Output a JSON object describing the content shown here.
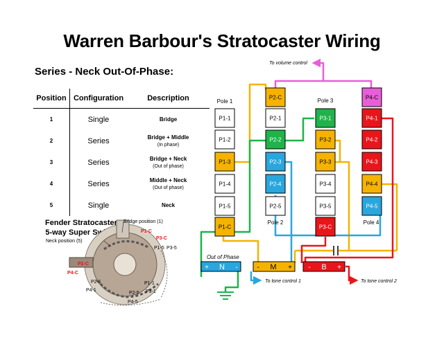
{
  "title": "Warren Barbour's Stratocaster Wiring",
  "subtitle": "Series - Neck Out-Of-Phase:",
  "table": {
    "headers": [
      "Position",
      "Configuration",
      "Description"
    ],
    "rows": [
      {
        "position": "1",
        "configuration": "Single",
        "description": "Bridge",
        "note": ""
      },
      {
        "position": "2",
        "configuration": "Series",
        "description": "Bridge + Middle",
        "note": "(In phase)"
      },
      {
        "position": "3",
        "configuration": "Series",
        "description": "Bridge + Neck",
        "note": "(Out of phase)"
      },
      {
        "position": "4",
        "configuration": "Series",
        "description": "Middle + Neck",
        "note": "(Out of phase)"
      },
      {
        "position": "5",
        "configuration": "Single",
        "description": "Neck",
        "note": ""
      }
    ]
  },
  "switch": {
    "title_line1": "Fender Stratocaster",
    "title_line2": "5-way Super Switch",
    "labels": {
      "bridge_pos": "Bridge position (1)",
      "neck_pos": "Neck position (5)",
      "p1c": "P1-C",
      "p3c": "P3-C",
      "p2c": "P2-C",
      "p4c": "P4-C",
      "p15": "P1-5",
      "p35": "P3-5",
      "p21": "P2-1",
      "p41": "P4-1",
      "p11": "P1-1",
      "p25": "P2-5",
      "p31": "P3-1",
      "p45": "P4-5"
    }
  },
  "poles": {
    "pole1": "Pole 1",
    "pole2": "Pole 2",
    "pole3": "Pole 3",
    "pole4": "Pole 4"
  },
  "terminals": {
    "p1": [
      "P1-1",
      "P1-2",
      "P1-3",
      "P1-4",
      "P1-5",
      "P1-C"
    ],
    "p2": [
      "P2-C",
      "P2-1",
      "P2-2",
      "P2-3",
      "P2-4",
      "P2-5"
    ],
    "p3": [
      "P3-1",
      "P3-2",
      "P3-3",
      "P3-4",
      "P3-5",
      "P3-C"
    ],
    "p4": [
      "P4-C",
      "P4-1",
      "P4-2",
      "P4-3",
      "P4-4",
      "P4-5"
    ]
  },
  "pickups": {
    "neck": {
      "plus": "+",
      "name": "N",
      "minus": "-",
      "label": "Out of Phase"
    },
    "middle": {
      "minus": "-",
      "name": "M",
      "plus": "+"
    },
    "bridge": {
      "minus": "-",
      "name": "B",
      "plus": "+"
    }
  },
  "labels": {
    "volume": "To volume control",
    "tone1": "To tone control 1",
    "tone2": "To tone control 2"
  },
  "colors": {
    "orange": "#f5b300",
    "green": "#1fb34a",
    "blue": "#29a6dd",
    "red": "#e8151b",
    "magenta": "#e85ed8",
    "yellow_wire": "#f5b300"
  }
}
